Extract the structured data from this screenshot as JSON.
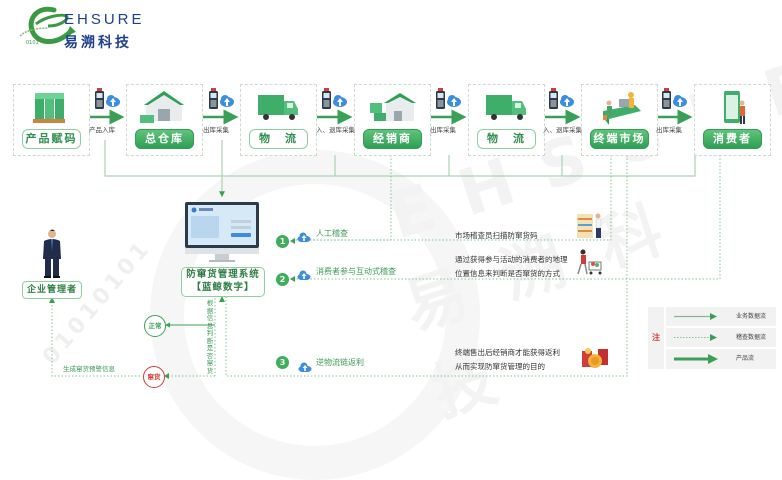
{
  "brand": {
    "name_en": "EHSURE",
    "name_cn": "易溯科技",
    "logo_binary": "0101",
    "watermark_binary": "01010101"
  },
  "colors": {
    "primary_green": "#2e9f55",
    "light_green": "#8fcf9e",
    "dotted_green": "#7cc88f",
    "alert_red": "#d23c3c",
    "logo_blue": "#1f3f8a"
  },
  "supply_chain": {
    "stages": [
      {
        "label": "产品赋码",
        "style": "outline",
        "icon": "pallet-boxes-icon"
      },
      {
        "label": "总仓库",
        "style": "filled",
        "icon": "warehouse-icon"
      },
      {
        "label": "物　流",
        "style": "outline",
        "icon": "truck-icon"
      },
      {
        "label": "经销商",
        "style": "filled",
        "icon": "distributor-warehouse-icon"
      },
      {
        "label": "物　流",
        "style": "outline",
        "icon": "truck-icon"
      },
      {
        "label": "终端市场",
        "style": "filled",
        "icon": "retail-counter-icon"
      },
      {
        "label": "消费者",
        "style": "filled",
        "icon": "consumer-phone-icon"
      }
    ],
    "connectors": [
      {
        "label": "产品入库",
        "icon": "scanner-cloud-icon"
      },
      {
        "label": "出库采集",
        "icon": "scanner-cloud-icon"
      },
      {
        "label": "入、退库采集",
        "icon": "scanner-cloud-icon"
      },
      {
        "label": "出库采集",
        "icon": "scanner-cloud-icon"
      },
      {
        "label": "入、退库采集",
        "icon": "scanner-cloud-icon"
      },
      {
        "label": "出库采集",
        "icon": "scanner-cloud-icon"
      }
    ]
  },
  "system": {
    "line1": "防窜货管理系统",
    "line2": "【蓝鲸数字】",
    "icon": "monitor-icon"
  },
  "manager": {
    "label": "企业管理者",
    "icon": "businessman-icon"
  },
  "methods": [
    {
      "number": "1",
      "label": "人工稽查",
      "desc_lines": [
        "市场稽查员扫描防窜货码"
      ],
      "icon": "inspector-shelf-icon"
    },
    {
      "number": "2",
      "label": "消费者参与互动式稽查",
      "desc_lines": [
        "通过获得参与活动的消费者的地理",
        "位置信息来判断是否窜货的方式"
      ],
      "icon": "shopper-cart-icon"
    },
    {
      "number": "3",
      "label": "逆物流链返利",
      "desc_lines": [
        "终端售出后经销商才能获得返利",
        "从而实现防窜货管理的目的"
      ],
      "icon": "red-envelope-icon"
    }
  ],
  "judgement": {
    "vertical_text": "根据信息判断是否窜货",
    "normal_label": "正常",
    "abnormal_label": "窜货",
    "alert_text": "生成窜货预警信息"
  },
  "legend": {
    "title": "注",
    "items": [
      {
        "label": "业务数据流",
        "line": "solid-thin"
      },
      {
        "label": "稽查数据流",
        "line": "dotted"
      },
      {
        "label": "产品流",
        "line": "solid-thick"
      }
    ]
  }
}
